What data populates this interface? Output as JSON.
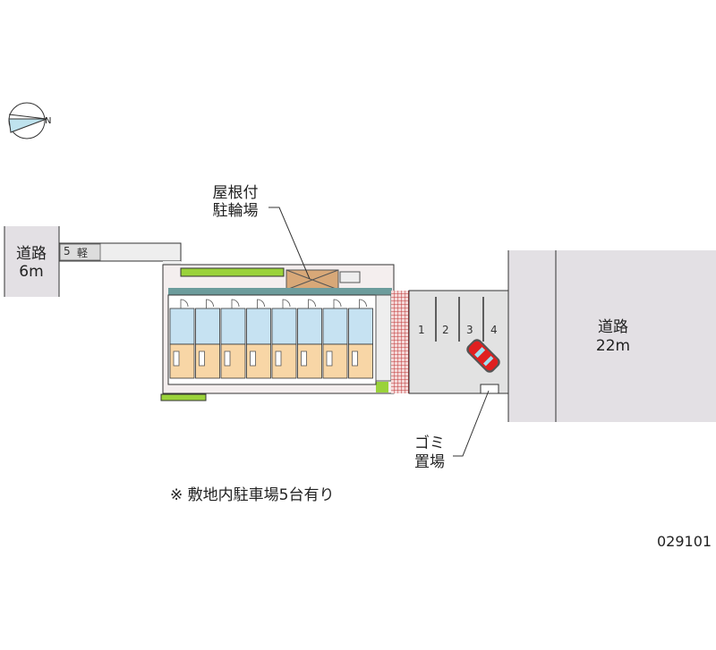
{
  "compass": {
    "north_label": "N"
  },
  "left_road": {
    "name": "道路",
    "width": "6m"
  },
  "path_label": {
    "number": "5",
    "type": "軽"
  },
  "bicycle_parking": {
    "line1": "屋根付",
    "line2": "駐輪場"
  },
  "parking": {
    "spaces": [
      "1",
      "2",
      "3",
      "4"
    ]
  },
  "garbage": {
    "line1": "ゴミ",
    "line2": "置場"
  },
  "right_road": {
    "name": "道路",
    "width": "22m"
  },
  "note": "※ 敷地内駐車場5台有り",
  "code": "029101",
  "colors": {
    "road": "#e3e0e4",
    "unit_top": "#c6e2f2",
    "unit_bottom": "#f8d6a6",
    "roof": "#6c9c9c",
    "green": "#9ad23a",
    "car": "#e02020",
    "brick": "#c03838"
  }
}
